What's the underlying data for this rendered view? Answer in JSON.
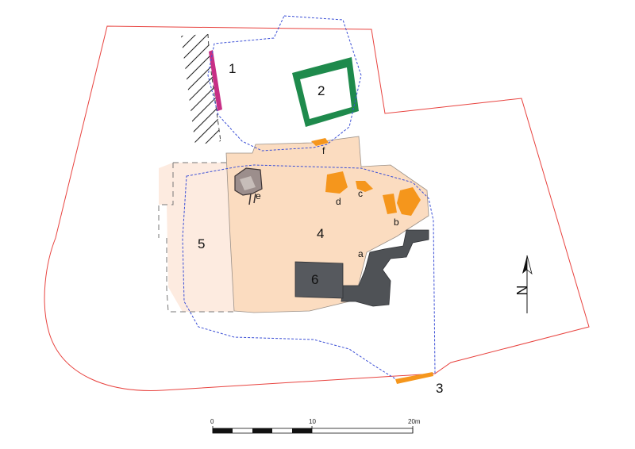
{
  "plan": {
    "areas": [
      {
        "id": "1",
        "label": "1"
      },
      {
        "id": "2",
        "label": "2"
      },
      {
        "id": "3",
        "label": "3"
      },
      {
        "id": "4",
        "label": "4"
      },
      {
        "id": "5",
        "label": "5"
      },
      {
        "id": "6",
        "label": "6"
      }
    ],
    "features": [
      {
        "id": "a",
        "label": "a"
      },
      {
        "id": "b",
        "label": "b"
      },
      {
        "id": "c",
        "label": "c"
      },
      {
        "id": "d",
        "label": "d"
      },
      {
        "id": "e",
        "label": "e"
      },
      {
        "id": "f",
        "label": "f"
      }
    ],
    "north_label": "N",
    "scale_labels": [
      "0",
      "10",
      "20m"
    ]
  },
  "colors": {
    "boundary": "#e8433f",
    "trench": "#3b4fd6",
    "area4_fill": "#fbdcc0",
    "area5_fill": "#fdebe0",
    "feature_fill": "#f5961c",
    "area2_wall": "#1e8a4c",
    "area1_wall": "#c72f86",
    "dark_masonry": "#4f5256"
  }
}
